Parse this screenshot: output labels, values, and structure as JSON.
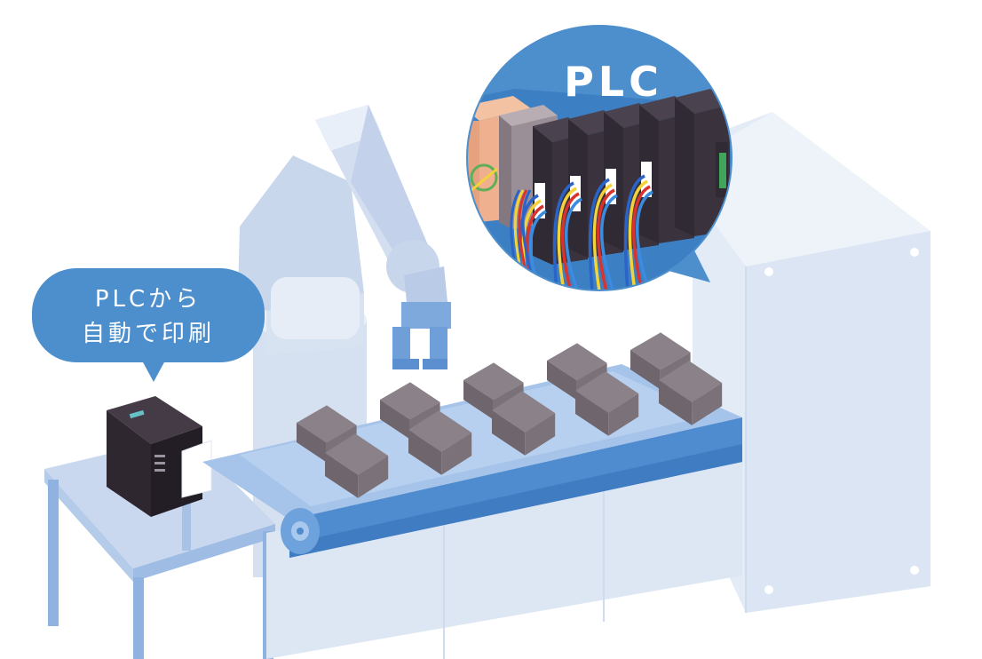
{
  "callout_label": "PLC",
  "speech_bubble": {
    "line1": "PLCから",
    "line2": "自動で印刷"
  },
  "colors": {
    "machine_light": "#dfe8f5",
    "machine_mid": "#c9d8ee",
    "conveyor_blue": "#5b95d2",
    "conveyor_dark": "#3f7cc2",
    "bubble_blue": "#4d8fcd",
    "box_top": "#8b8188",
    "box_side": "#6f656d",
    "printer_body": "#2e2730",
    "plc_module": "#2f2a33",
    "plc_orange": "#e6a27e",
    "plc_gray": "#9a8f96",
    "plc_green": "#3ea55b",
    "wire_blue": "#2a64c8",
    "wire_yellow": "#f2d33a",
    "wire_red": "#d8332f"
  },
  "icons": [
    "robot-arm-icon",
    "conveyor-belt-icon",
    "label-printer-icon",
    "plc-module-icon",
    "product-box-icon"
  ]
}
